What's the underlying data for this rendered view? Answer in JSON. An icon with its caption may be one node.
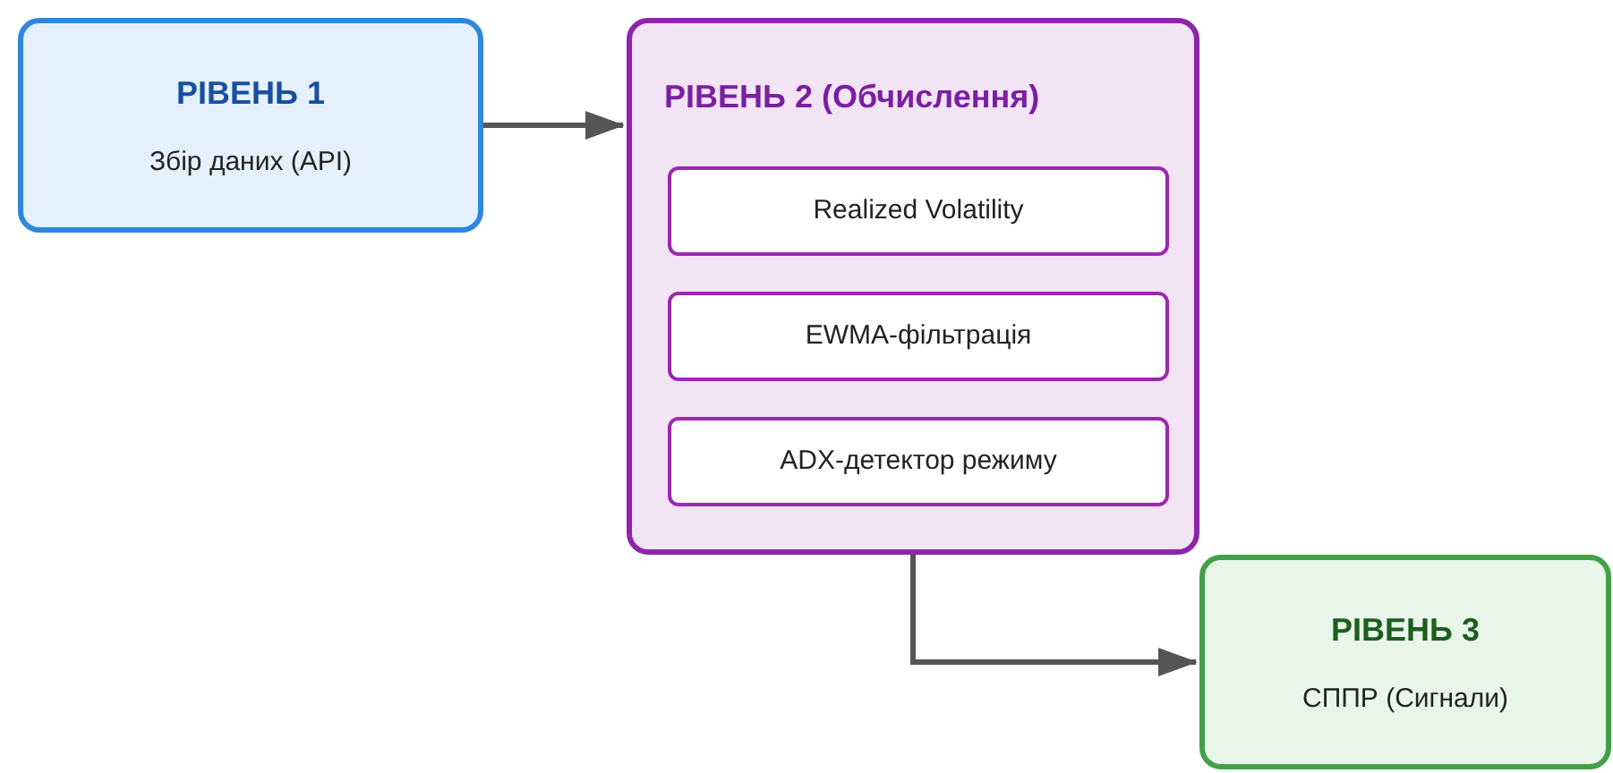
{
  "diagram": {
    "nodes": [
      {
        "text": [
          "РІВЕНЬ 1",
          "Збір даних (API)"
        ]
      },
      {
        "text": [
          "РІВЕНЬ 2 (Обчислення)"
        ]
      },
      {
        "text": [
          "Realized Volatility"
        ],
        "in": 1
      },
      {
        "text": [
          "EWMA-фільтрація"
        ],
        "in": 1
      },
      {
        "text": [
          "ADX-детектор режиму"
        ],
        "in": 1
      },
      {
        "text": [
          "РІВЕНЬ 3",
          "СППР (Сигнали)"
        ]
      }
    ],
    "edges": [
      {
        "from": 0,
        "to": 1,
        "arrow": "to"
      },
      {
        "from": 1,
        "to": 5,
        "arrow": "to"
      }
    ]
  }
}
